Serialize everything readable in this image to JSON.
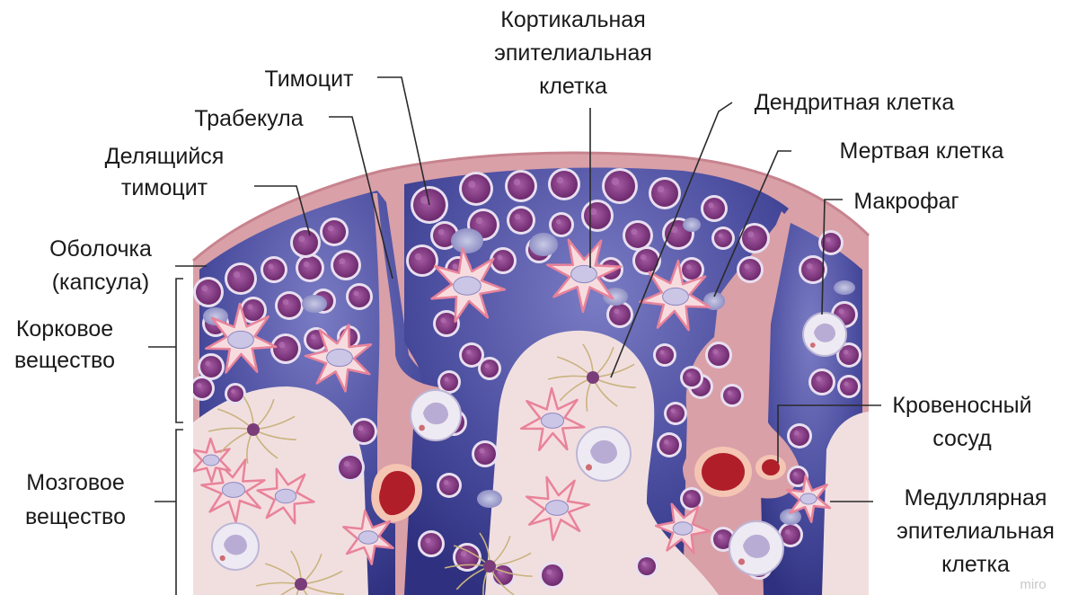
{
  "labels": {
    "thymocyte": "Тимоцит",
    "cortical_epithelial": [
      "Кортикальная",
      "эпителиальная",
      "клетка"
    ],
    "trabecula": "Трабекула",
    "dendritic_cell": "Дендритная клетка",
    "dividing_thymocyte": [
      "Делящийся",
      "тимоцит"
    ],
    "dead_cell": "Мертвая клетка",
    "macrophage": "Макрофаг",
    "capsule": [
      "Оболочка",
      "(капсула)"
    ],
    "cortex": [
      "Корковое",
      "вещество"
    ],
    "blood_vessel": [
      "Кровеносный",
      "сосуд"
    ],
    "medulla": [
      "Мозговое",
      "вещество"
    ],
    "medullary_epithelial": [
      "Медуллярная",
      "эпителиальная",
      "клетка"
    ]
  },
  "watermark": "miro",
  "colors": {
    "capsule": "#d9a0a8",
    "cortex": "#3d3f8f",
    "cortex_light": "#6b6db5",
    "medulla": "#f1dfe0",
    "thymocyte": "#8b3f8a",
    "epithelial": "#f7dcdf",
    "vessel": "#b01e2a"
  }
}
